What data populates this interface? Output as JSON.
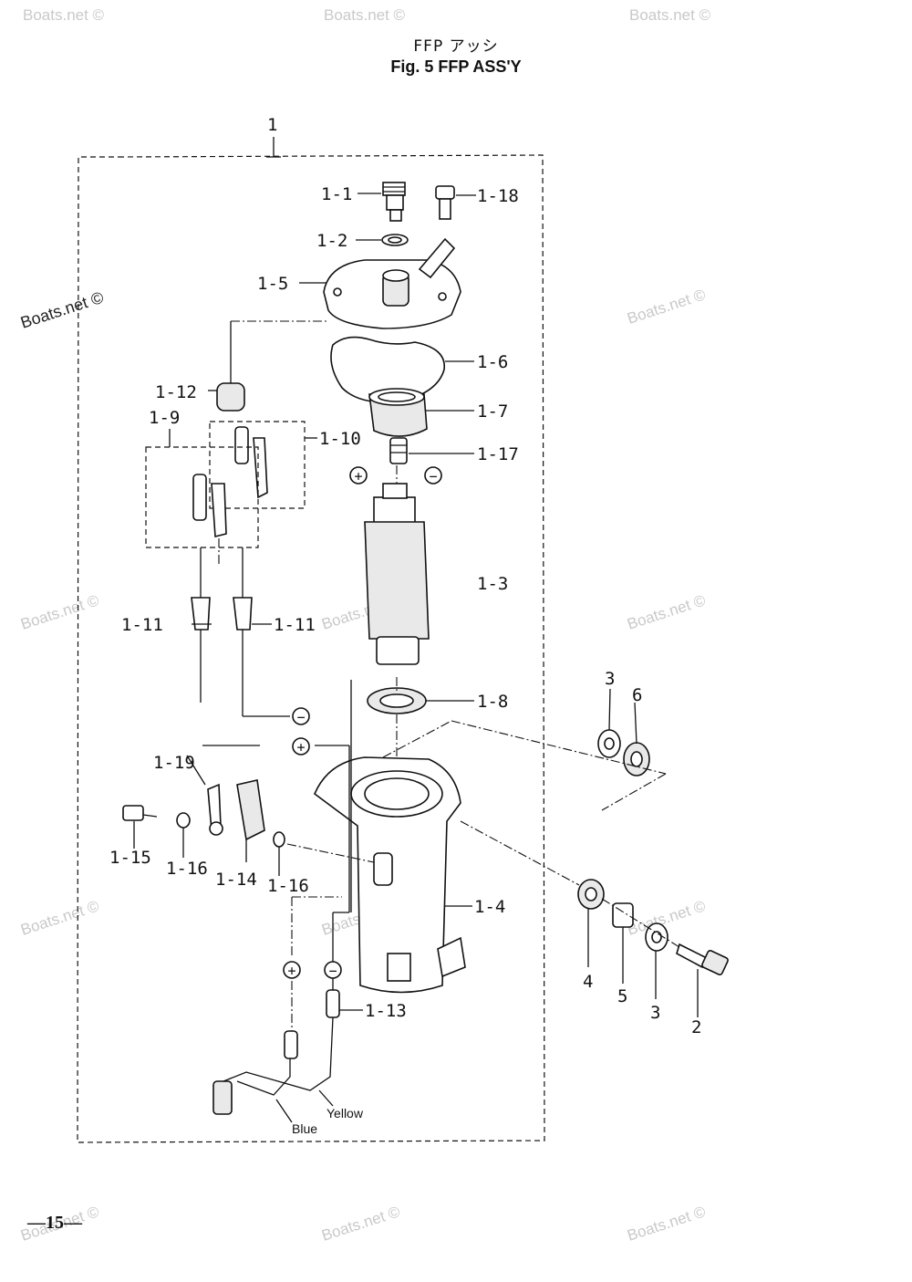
{
  "title": {
    "jp": "FFP アッシ",
    "en": "Fig. 5    FFP ASS'Y"
  },
  "watermark": {
    "text": "Boats.net ©",
    "text_dark": "Boats.net ©"
  },
  "page_number": "—15—",
  "labels": {
    "l1": "1",
    "l1_1": "1-1",
    "l1_18": "1-18",
    "l1_2": "1-2",
    "l1_5": "1-5",
    "l1_6": "1-6",
    "l1_12": "1-12",
    "l1_7": "1-7",
    "l1_9": "1-9",
    "l1_10": "1-10",
    "l1_17": "1-17",
    "l1_3": "1-3",
    "l1_11a": "1-11",
    "l1_11b": "1-11",
    "l1_8": "1-8",
    "l3a": "3",
    "l6": "6",
    "l1_19": "1-19",
    "l1_15": "1-15",
    "l1_16a": "1-16",
    "l1_14": "1-14",
    "l1_16b": "1-16",
    "l1_4": "1-4",
    "l4": "4",
    "l5": "5",
    "l3b": "3",
    "l2": "2",
    "l1_13": "1-13"
  },
  "wires": {
    "yellow": "Yellow",
    "blue": "Blue"
  },
  "symbols": {
    "plus": "+",
    "minus": "−"
  }
}
